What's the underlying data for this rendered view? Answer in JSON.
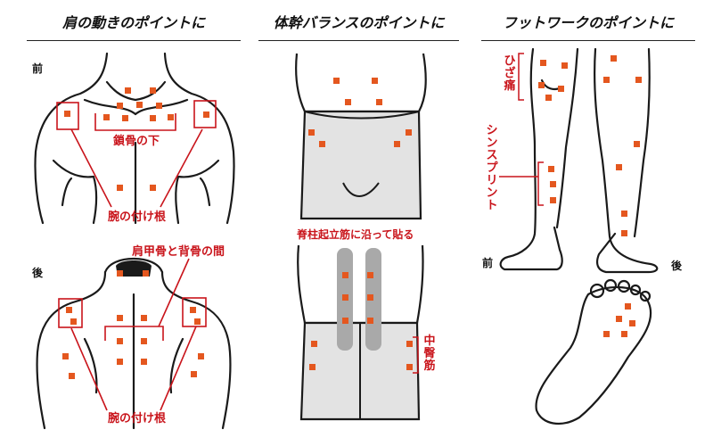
{
  "panels": {
    "shoulder": {
      "title": "肩の動きのポイントに"
    },
    "trunk": {
      "title": "体幹バランスのポイントに"
    },
    "footwork": {
      "title": "フットワークのポイントに"
    }
  },
  "labels": {
    "front": "前",
    "back": "後",
    "clavicle": "鎖骨の下",
    "arm_root_front": "腕の付け根",
    "scapula_spine": "肩甲骨と背骨の間",
    "arm_root_back": "腕の付け根",
    "erector": "脊柱起立筋に沿って貼る",
    "gluteus_medius": "中臀筋",
    "knee_pain": "ひざ痛",
    "shin_splint": "シンスプリント",
    "leg_front": "前",
    "leg_back": "後"
  },
  "colors": {
    "accent_red": "#c9141b",
    "marker_orange": "#e4571f",
    "ink": "#1a1a1a",
    "garment_gray": "#e3e3e3",
    "tape_gray": "#a9a9a9"
  }
}
